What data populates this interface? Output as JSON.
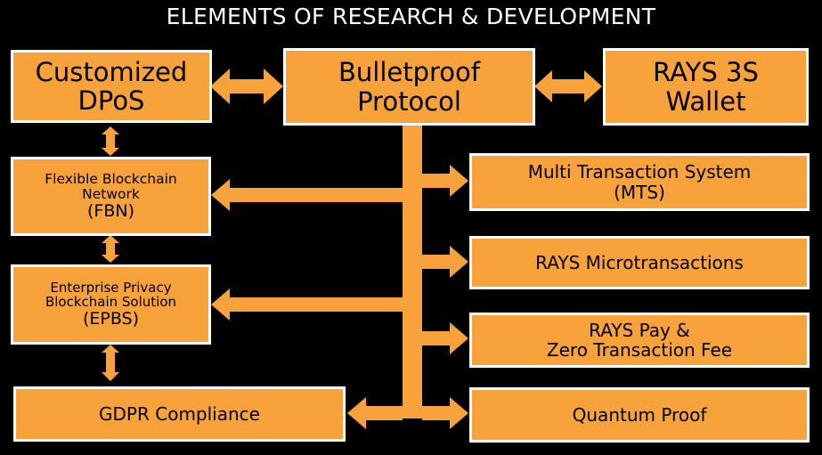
{
  "title": "ELEMENTS OF RESEARCH & DEVELOPMENT",
  "colors": {
    "background": "#000000",
    "box_fill": "#F7A23A",
    "box_border": "#ffffff",
    "text": "#000000",
    "title_text": "#ffffff"
  },
  "boxes": {
    "customized_dpos": [
      "Customized",
      "DPoS"
    ],
    "bulletproof_protocol": [
      "Bulletproof",
      "Protocol"
    ],
    "rays_wallet": [
      "RAYS 3S",
      "Wallet"
    ],
    "fbn": [
      "Flexible Blockchain",
      "Network",
      "(FBN)"
    ],
    "epbs": [
      "Enterprise Privacy",
      "Blockchain Solution",
      "(EPBS)"
    ],
    "gdpr": [
      "GDPR Compliance"
    ],
    "mts": [
      "Multi Transaction System",
      "(MTS)"
    ],
    "microtransactions": [
      "RAYS Microtransactions"
    ],
    "rays_pay": [
      "RAYS Pay &",
      "Zero Transaction Fee"
    ],
    "quantum_proof": [
      "Quantum Proof"
    ]
  }
}
